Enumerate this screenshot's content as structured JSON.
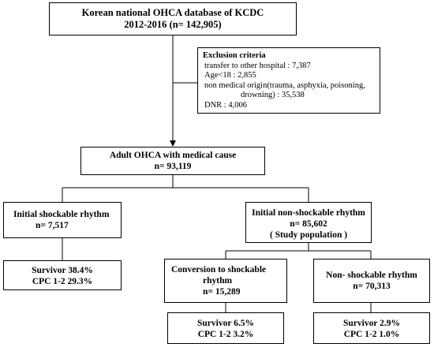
{
  "top": {
    "title": "Korean national OHCA database of KCDC",
    "years": "2012-2016",
    "n": "(n= 142,905)"
  },
  "exclusion": {
    "title": "Exclusion criteria",
    "items": [
      "transfer to other hospital : 7,387",
      "Age<18 : 2,855",
      "non medical origin(trauma, asphyxia, poisoning,",
      "drowning) : 35,538",
      "DNR : 4,006"
    ]
  },
  "adult": {
    "title": "Adult OHCA with medical cause",
    "n": "n= 93,119"
  },
  "shockable": {
    "title": "Initial shockable rhythm",
    "n": "n= 7,517"
  },
  "nonshockable": {
    "title": "Initial non-shockable rhythm",
    "n": "n= 85,602",
    "note": "( Study population )"
  },
  "shockable_outcome": {
    "survivor": "Survivor  38.4%",
    "cpc": "CPC 1-2 29.3%"
  },
  "conversion": {
    "title": "Conversion  to shockable",
    "title2": "rhythm",
    "n": "n= 15,289"
  },
  "nonshock_rhythm": {
    "title": "Non- shockable rhythm",
    "n": "n= 70,313"
  },
  "conversion_outcome": {
    "survivor": "Survivor  6.5%",
    "cpc": "CPC 1-2 3.2%"
  },
  "nonshock_outcome": {
    "survivor": "Survivor  2.9%",
    "cpc": "CPC 1-2 1.0%"
  }
}
